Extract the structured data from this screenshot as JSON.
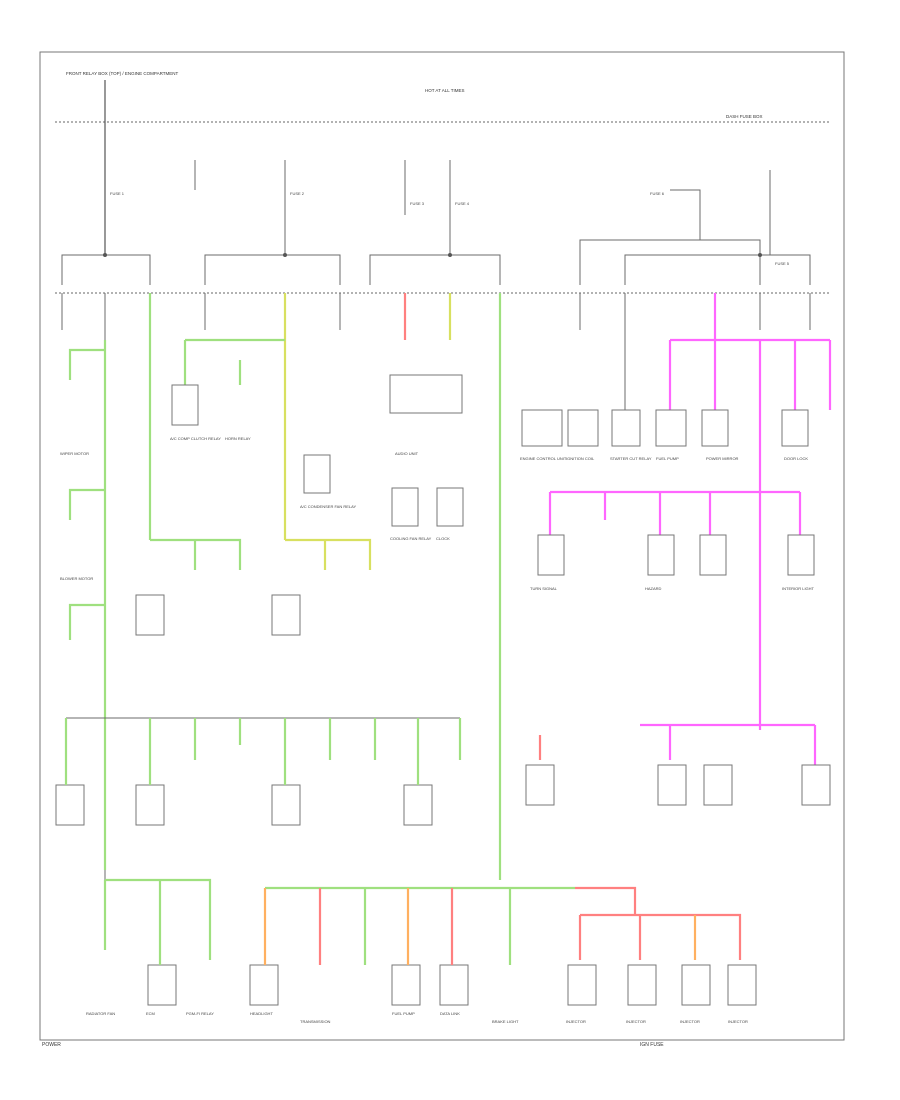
{
  "header": {
    "left_source": "FRONT RELAY BOX (TOP) / ENGINE COMPARTMENT",
    "center_title": "HOT AT ALL TIMES",
    "right_source": "DASH FUSE BOX"
  },
  "fuse_labels": [
    "FUSE 1",
    "FUSE 2",
    "FUSE 3",
    "FUSE 4",
    "FUSE 5",
    "FUSE 6"
  ],
  "blocks_left": [
    "A/C COMP CLUTCH RELAY",
    "HORN RELAY",
    "WIPER MOTOR",
    "A/C CONDENSER FAN RELAY",
    "COOLING FAN RELAY",
    "BLOWER MOTOR",
    "AUDIO UNIT",
    "CLOCK"
  ],
  "blocks_right": [
    "ENGINE CONTROL UNIT",
    "IGNITION COIL",
    "STARTER CUT RELAY",
    "FUEL PUMP",
    "POWER MIRROR",
    "DOOR LOCK",
    "TURN SIGNAL",
    "HAZARD",
    "INTERIOR LIGHT"
  ],
  "bottom_labels": [
    "RADIATOR FAN",
    "ECM",
    "PGM-FI RELAY",
    "HEADLIGHT",
    "TRANSMISSION",
    "FUEL PUMP",
    "DATA LINK",
    "BRAKE LIGHT",
    "INJECTOR",
    "INJECTOR",
    "INJECTOR",
    "INJECTOR"
  ],
  "footer": {
    "left": "POWER",
    "right": "IGN FUSE"
  },
  "colors": {
    "green": "#9fe07f",
    "pink": "#ff66ff",
    "red": "#ff8080",
    "yellow": "#d8e060",
    "orange": "#ffb060"
  }
}
